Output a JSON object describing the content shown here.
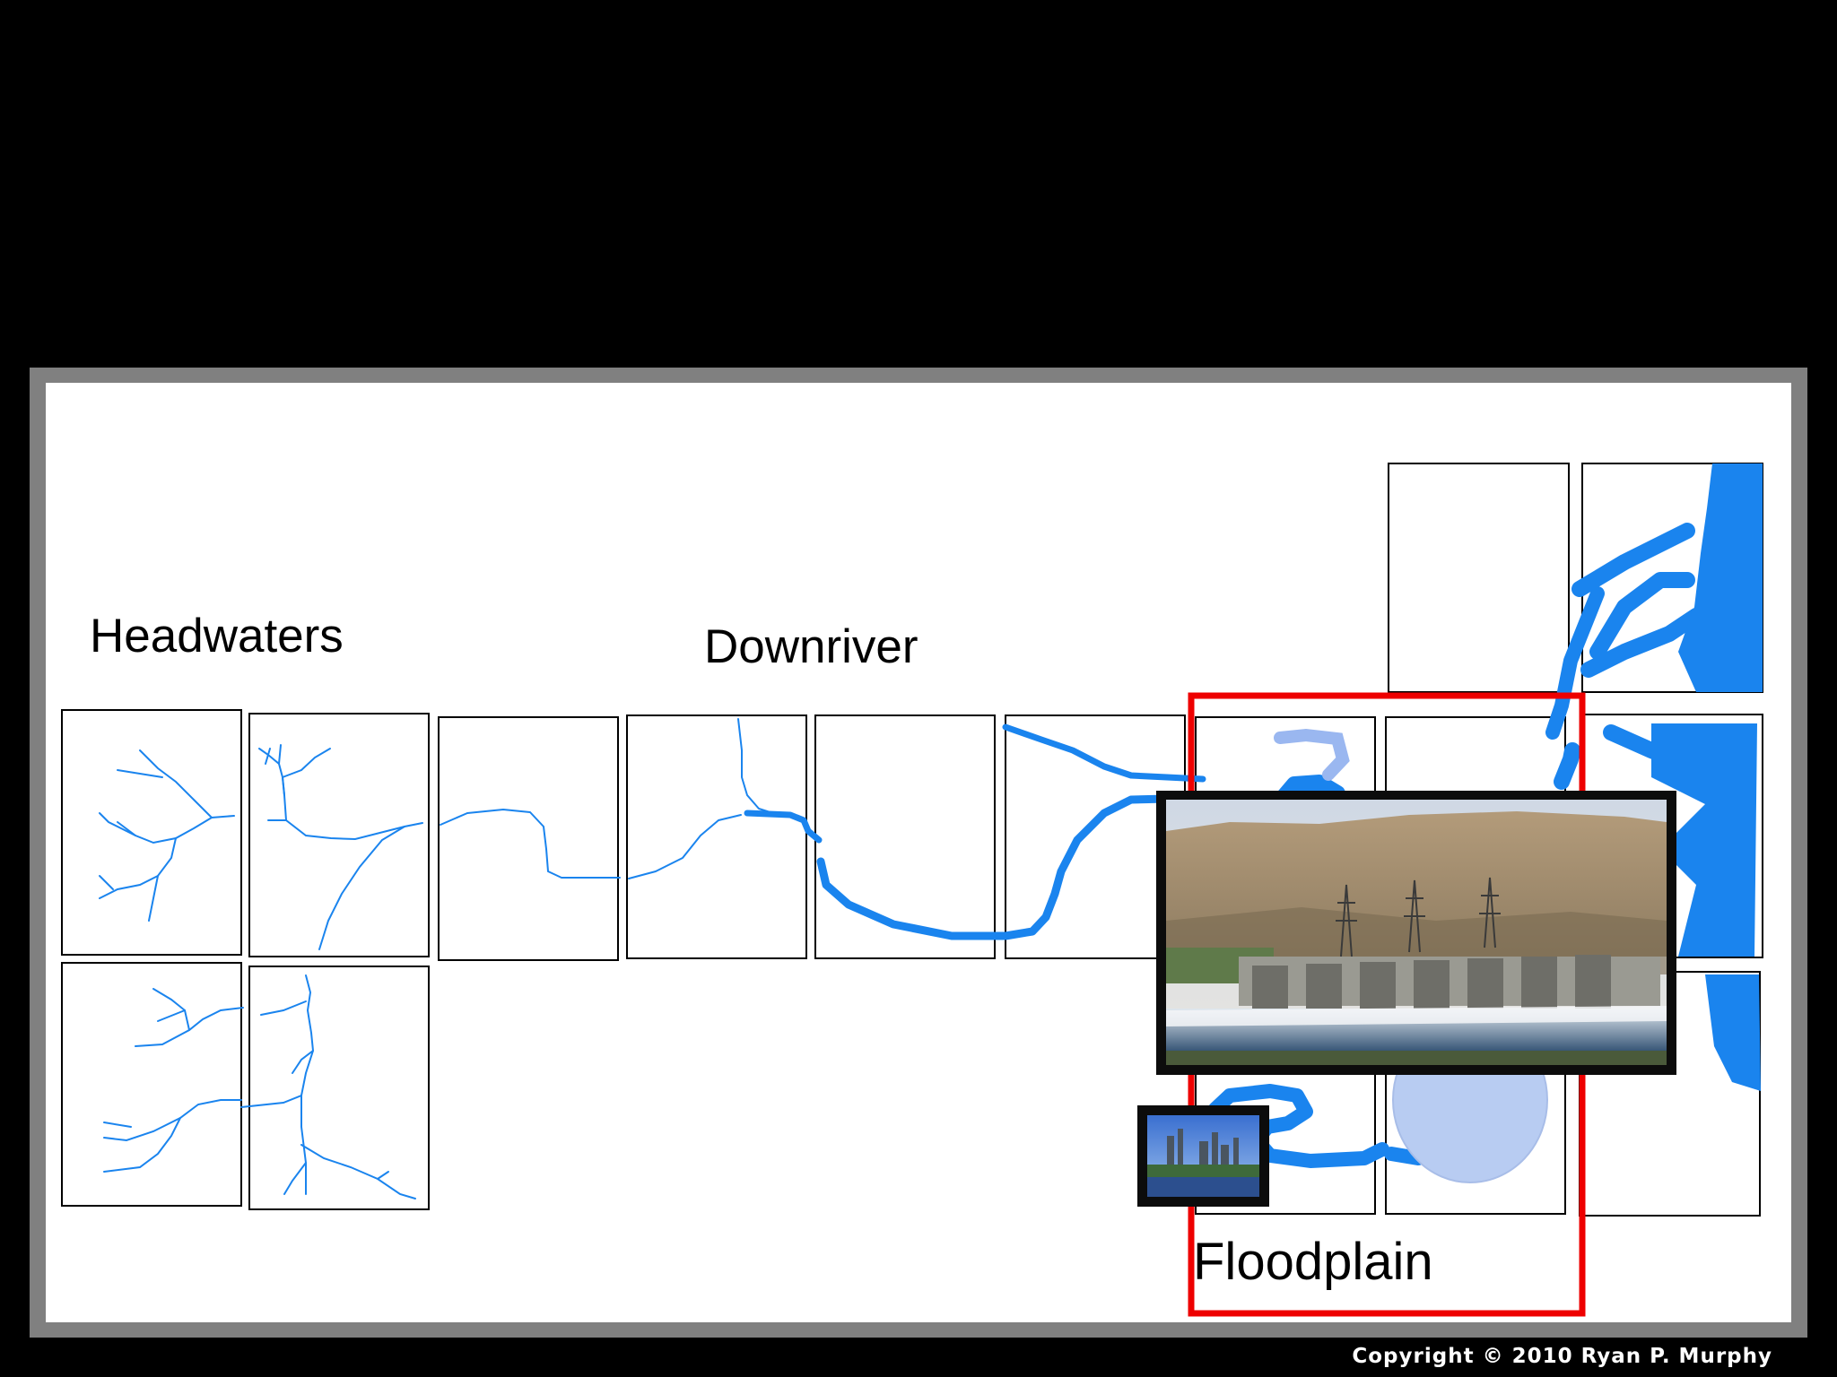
{
  "labels": {
    "headwaters": "Headwaters",
    "downriver": "Downriver",
    "floodplain": "Floodplain"
  },
  "copyright": "Copyright © 2010 Ryan P. Murphy",
  "colors": {
    "river": "#1a84ee",
    "highlight": "#ee0000",
    "frame": "#808080",
    "lake": "#b8ccf2"
  },
  "photos": {
    "dam": "dam-spillway-photo",
    "city": "city-river-photo"
  }
}
